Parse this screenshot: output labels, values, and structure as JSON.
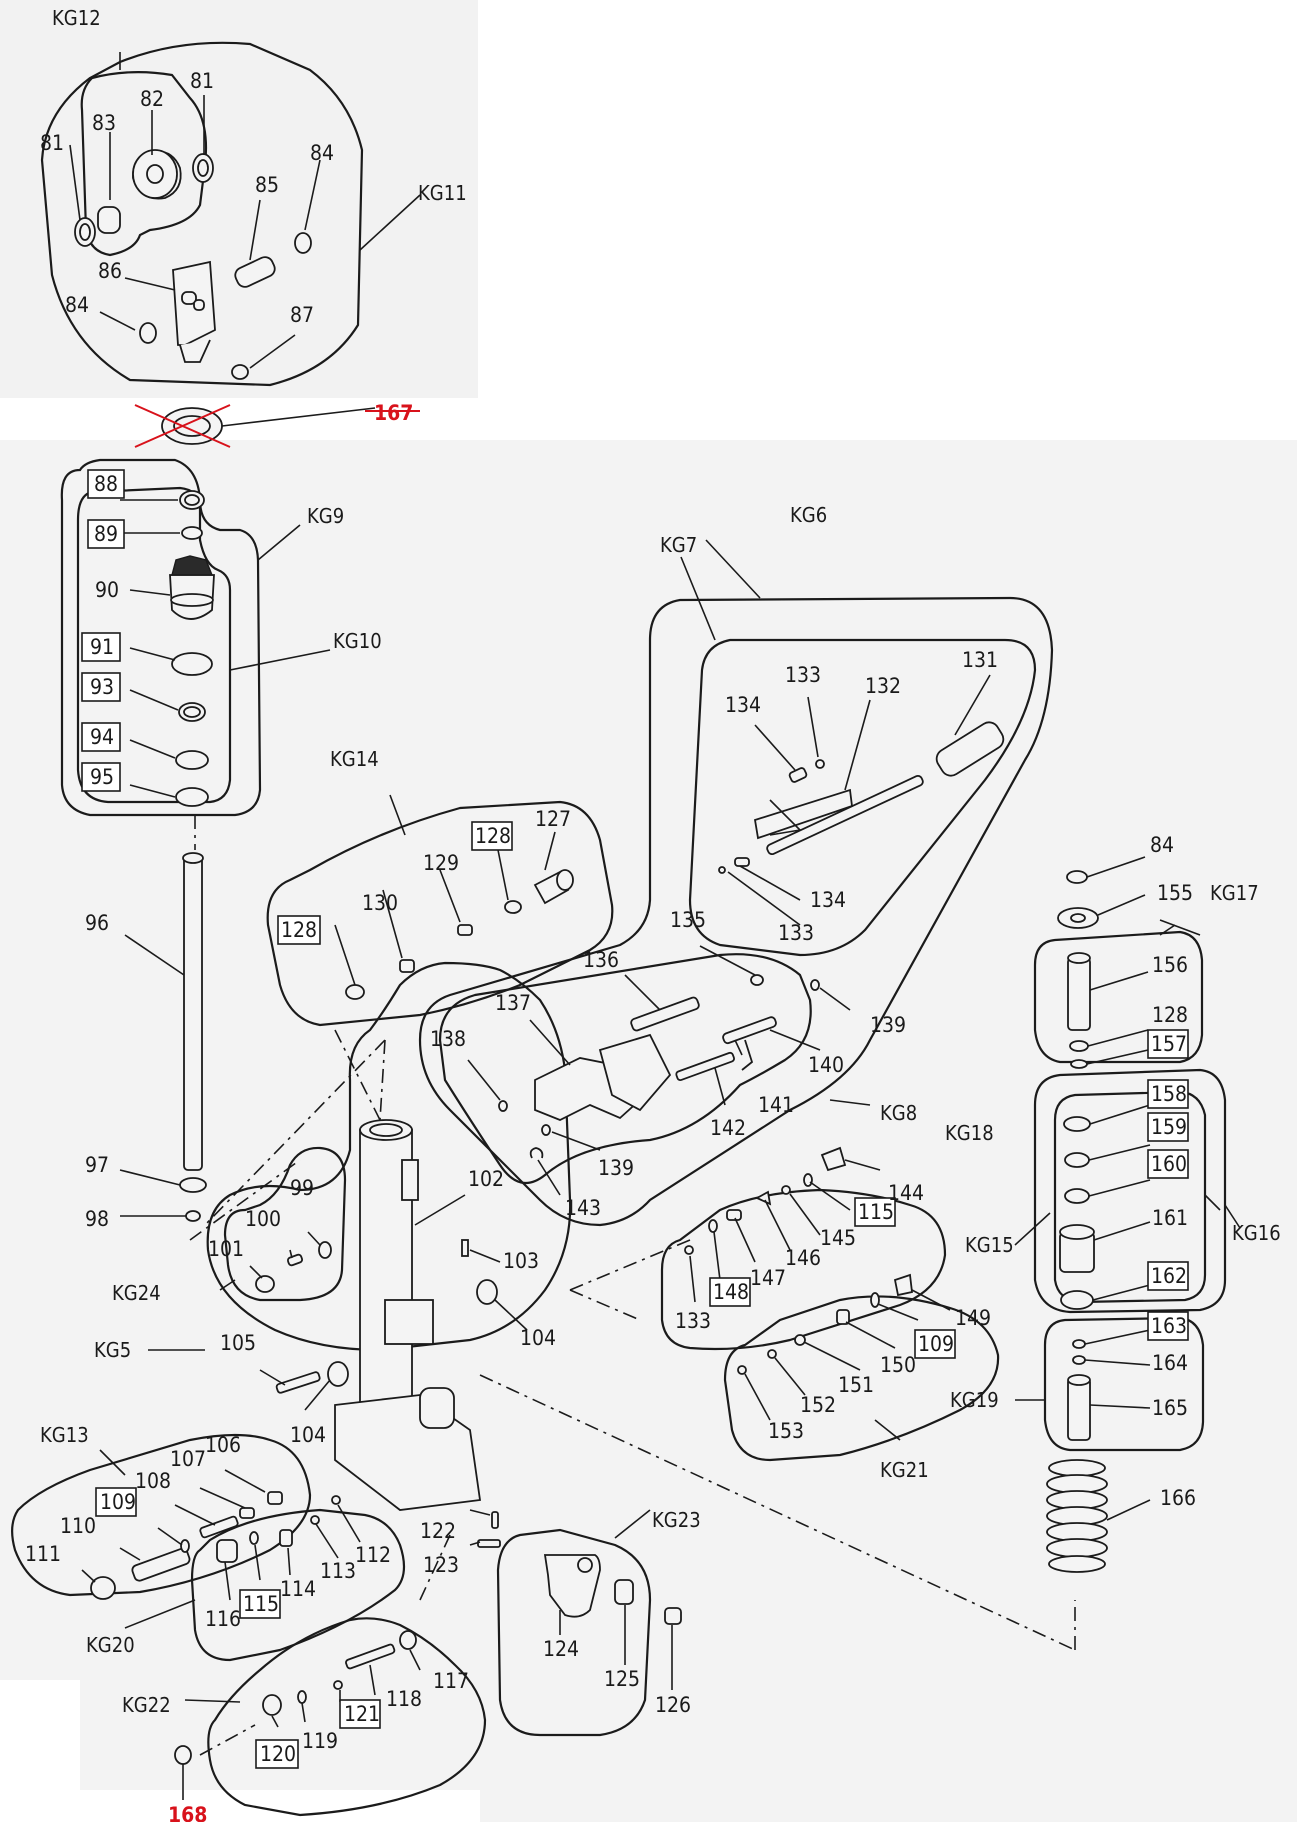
{
  "groups": {
    "kg5": "KG5",
    "kg6": "KG6",
    "kg7": "KG7",
    "kg8": "KG8",
    "kg9": "KG9",
    "kg10": "KG10",
    "kg11": "KG11",
    "kg12": "KG12",
    "kg13": "KG13",
    "kg14": "KG14",
    "kg15": "KG15",
    "kg16": "KG16",
    "kg17": "KG17",
    "kg18": "KG18",
    "kg19": "KG19",
    "kg20": "KG20",
    "kg21": "KG21",
    "kg22": "KG22",
    "kg23": "KG23",
    "kg24": "KG24"
  },
  "parts": {
    "p81a": "81",
    "p81b": "81",
    "p82": "82",
    "p83": "83",
    "p84a": "84",
    "p84b": "84",
    "p84c": "84",
    "p85": "85",
    "p86": "86",
    "p87": "87",
    "p88": "88",
    "p89": "89",
    "p90": "90",
    "p91": "91",
    "p93": "93",
    "p94": "94",
    "p95": "95",
    "p96": "96",
    "p97": "97",
    "p98": "98",
    "p99": "99",
    "p100": "100",
    "p101": "101",
    "p102": "102",
    "p103": "103",
    "p104a": "104",
    "p104b": "104",
    "p105": "105",
    "p106": "106",
    "p107": "107",
    "p108": "108",
    "p109a": "109",
    "p109b": "109",
    "p110": "110",
    "p111": "111",
    "p112": "112",
    "p113": "113",
    "p114": "114",
    "p115a": "115",
    "p115b": "115",
    "p116": "116",
    "p117": "117",
    "p118": "118",
    "p119": "119",
    "p120": "120",
    "p121": "121",
    "p122": "122",
    "p123": "123",
    "p124": "124",
    "p125": "125",
    "p126": "126",
    "p127": "127",
    "p128a": "128",
    "p128b": "128",
    "p128c": "128",
    "p129": "129",
    "p130": "130",
    "p131": "131",
    "p132": "132",
    "p133a": "133",
    "p133b": "133",
    "p133c": "133",
    "p134a": "134",
    "p134b": "134",
    "p135": "135",
    "p136": "136",
    "p137": "137",
    "p138": "138",
    "p139a": "139",
    "p139b": "139",
    "p140": "140",
    "p141": "141",
    "p142": "142",
    "p143": "143",
    "p144": "144",
    "p145": "145",
    "p146": "146",
    "p147": "147",
    "p148": "148",
    "p149": "149",
    "p150": "150",
    "p151": "151",
    "p152": "152",
    "p153": "153",
    "p155": "155",
    "p156": "156",
    "p157": "157",
    "p158": "158",
    "p159": "159",
    "p160": "160",
    "p161": "161",
    "p162": "162",
    "p163": "163",
    "p164": "164",
    "p165": "165",
    "p166": "166",
    "p167": "167",
    "p168": "168"
  },
  "colors": {
    "line": "#1b1b1b",
    "background": "#ffffff",
    "highlight_red": "#d8121b",
    "panel_gray": "#f2f2f2"
  }
}
